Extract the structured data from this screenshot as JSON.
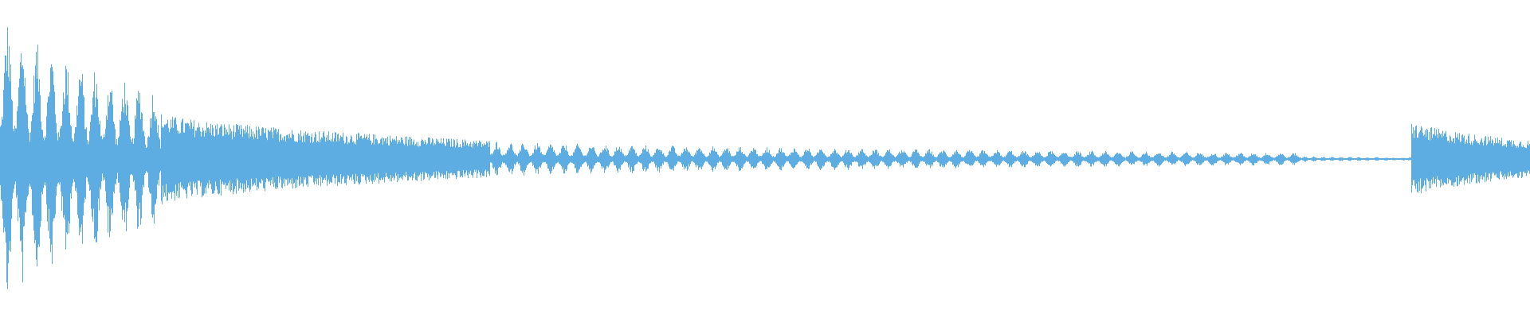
{
  "waveform": {
    "color": "#5DADE2",
    "background": "#FFFFFF",
    "segments": [
      {
        "role": "initial-burst",
        "start": 0.0,
        "end": 0.105,
        "peak": 0.98,
        "decay_to": 0.45,
        "pulse_count": 11
      },
      {
        "role": "decaying-noise",
        "start": 0.105,
        "end": 0.32,
        "peak": 0.3,
        "decay_to": 0.12,
        "pulse_count": 0
      },
      {
        "role": "rhythmic-tail",
        "start": 0.32,
        "end": 0.85,
        "peak": 0.12,
        "decay_to": 0.04,
        "pulse_count": 60
      },
      {
        "role": "faint-tail",
        "start": 0.85,
        "end": 0.92,
        "peak": 0.02,
        "decay_to": 0.01,
        "pulse_count": 12
      },
      {
        "role": "near-silence",
        "start": 0.92,
        "end": 0.922,
        "peak": 0.01,
        "decay_to": 0.01,
        "pulse_count": 0
      },
      {
        "role": "second-burst",
        "start": 0.922,
        "end": 1.0,
        "peak": 0.25,
        "decay_to": 0.12,
        "pulse_count": 0
      }
    ]
  }
}
